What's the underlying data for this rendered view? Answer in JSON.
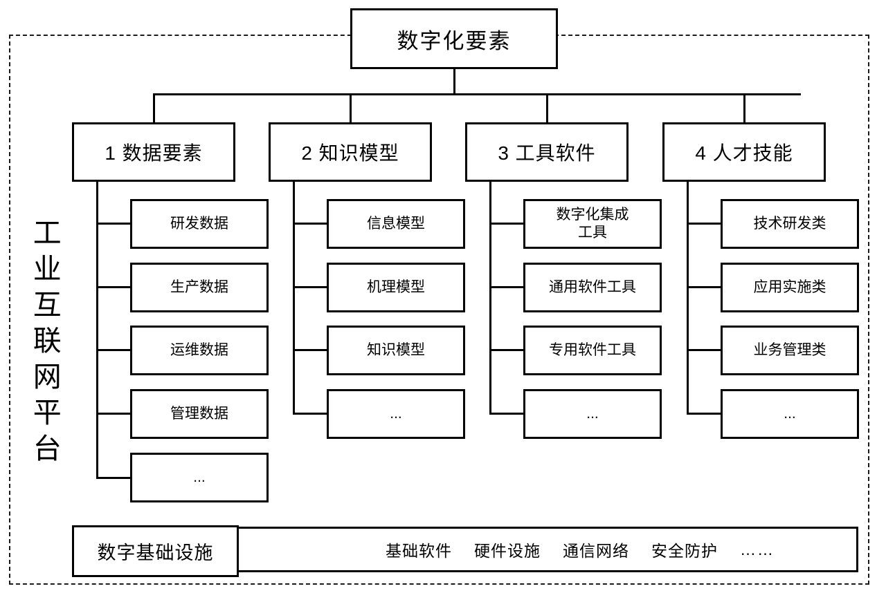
{
  "diagram_data": {
    "type": "tree-diagram",
    "frame_label": "工业互联网平台",
    "root": "数字化要素",
    "columns": [
      {
        "id": "1",
        "label": "1 数据要素",
        "children": [
          "研发数据",
          "生产数据",
          "运维数据",
          "管理数据",
          "..."
        ]
      },
      {
        "id": "2",
        "label": "2 知识模型",
        "children": [
          "信息模型",
          "机理模型",
          "知识模型",
          "..."
        ]
      },
      {
        "id": "3",
        "label": "3 工具软件",
        "children": [
          "数字化集成\n工具",
          "通用软件工具",
          "专用软件工具",
          "..."
        ]
      },
      {
        "id": "4",
        "label": "4 人才技能",
        "children": [
          "技术研发类",
          "应用实施类",
          "业务管理类",
          "..."
        ]
      }
    ],
    "foundation": {
      "label": "数字基础设施",
      "items": [
        "基础软件",
        "硬件设施",
        "通信网络",
        "安全防护"
      ],
      "ellipsis": "……"
    },
    "colors": {
      "line": "#000000",
      "box_fill": "#ffffff",
      "frame_dash": "#1a1a1a"
    }
  },
  "root": {
    "title": "数字化要素"
  },
  "frame": {
    "label": "工业互联网平台"
  },
  "cat": {
    "c1": "1 数据要素",
    "c2": "2 知识模型",
    "c3": "3 工具软件",
    "c4": "4 人才技能"
  },
  "col1": {
    "l1": "研发数据",
    "l2": "生产数据",
    "l3": "运维数据",
    "l4": "管理数据",
    "l5": "..."
  },
  "col2": {
    "l1": "信息模型",
    "l2": "机理模型",
    "l3": "知识模型",
    "l4": "..."
  },
  "col3": {
    "l1_line1": "数字化集成",
    "l1_line2": "工具",
    "l2": "通用软件工具",
    "l3": "专用软件工具",
    "l4": "..."
  },
  "col4": {
    "l1": "技术研发类",
    "l2": "应用实施类",
    "l3": "业务管理类",
    "l4": "..."
  },
  "foundation": {
    "label": "数字基础设施",
    "i1": "基础软件",
    "i2": "硬件设施",
    "i3": "通信网络",
    "i4": "安全防护",
    "dots": "……"
  }
}
